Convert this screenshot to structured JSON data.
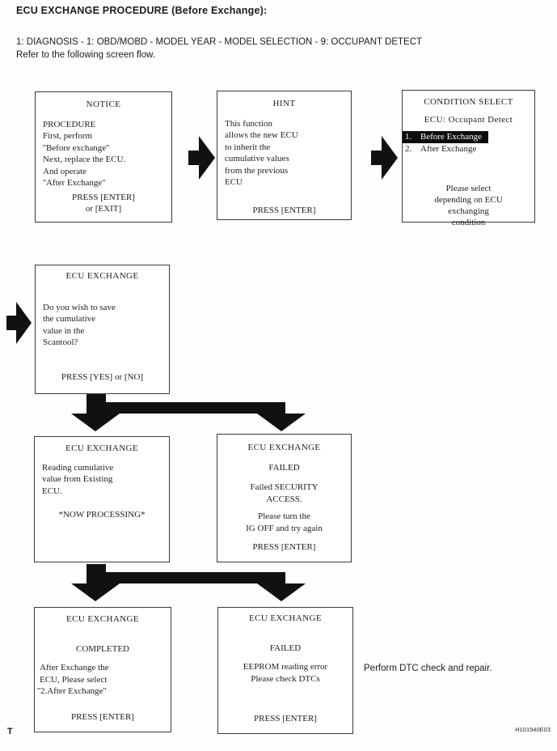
{
  "page": {
    "title": "ECU EXCHANGE PROCEDURE (Before Exchange):",
    "nav_path": "1: DIAGNOSIS - 1: OBD/MOBD - MODEL YEAR - MODEL SELECTION - 9: OCCUPANT DETECT",
    "instruction": "Refer to the following screen flow.",
    "side_note": "Perform DTC check and repair.",
    "footer_mark": "T",
    "figure_code": "H101940E03"
  },
  "icons": {
    "flow_arrow_right": "solid black block arrow pointing right",
    "branch_arrow_down": "thick bar with two downward arrowheads"
  },
  "colors": {
    "ink": "#1c1c1c",
    "paper": "#fefefe",
    "highlight_bg": "#0d0d0d",
    "highlight_fg": "#fbfbfb"
  },
  "screens": {
    "notice": {
      "title": "NOTICE",
      "body": [
        "PROCEDURE",
        "First, perform",
        "''Before exchange''",
        "Next, replace the ECU.",
        "And operate",
        "''After Exchange''"
      ],
      "press": [
        "PRESS [ENTER]",
        "or [EXIT]"
      ]
    },
    "hint": {
      "title": "HINT",
      "body": [
        "This function",
        "allows the new ECU",
        "to inherit the",
        "cumulative values",
        "from the previous",
        "ECU"
      ],
      "press": [
        "PRESS [ENTER]"
      ]
    },
    "condition_select": {
      "title": "CONDITION SELECT",
      "subtitle": "ECU: Occupant Detect",
      "options": [
        {
          "num": "1.",
          "label": "Before Exchange",
          "selected": true
        },
        {
          "num": "2.",
          "label": "After Exchange",
          "selected": false
        }
      ],
      "footer": [
        "Please select",
        "depending on ECU",
        "exchanging",
        "condition"
      ]
    },
    "save_prompt": {
      "title": "ECU EXCHANGE",
      "body": [
        "Do you wish to save",
        "the cumulative",
        "value in the",
        "Scantool?"
      ],
      "press": [
        "PRESS [YES] or [NO]"
      ]
    },
    "processing": {
      "title": "ECU EXCHANGE",
      "body": [
        "Reading cumulative",
        "value from Existing",
        "ECU."
      ],
      "status": "*NOW PROCESSING*"
    },
    "failed_security": {
      "title": "ECU EXCHANGE",
      "status": "FAILED",
      "pair1": [
        "Failed SECURITY",
        "ACCESS."
      ],
      "pair2": [
        "Please turn the",
        "IG OFF and try again"
      ],
      "press": [
        "PRESS [ENTER]"
      ]
    },
    "completed": {
      "title": "ECU EXCHANGE",
      "status": "COMPLETED",
      "body": [
        "After Exchange the",
        "ECU, Please select",
        "''2.After Exchange''"
      ],
      "press": [
        "PRESS [ENTER]"
      ]
    },
    "failed_eeprom": {
      "title": "ECU EXCHANGE",
      "status": "FAILED",
      "pair1": [
        "EEPROM reading error",
        "Please check DTCs"
      ],
      "press": [
        "PRESS [ENTER]"
      ]
    }
  }
}
